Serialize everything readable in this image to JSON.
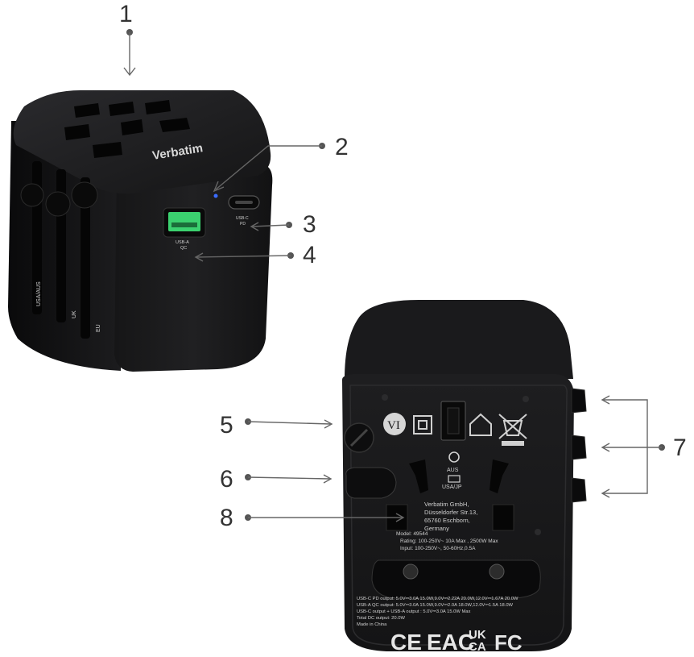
{
  "callouts": [
    {
      "id": "1",
      "label": "1"
    },
    {
      "id": "2",
      "label": "2"
    },
    {
      "id": "3",
      "label": "3"
    },
    {
      "id": "4",
      "label": "4"
    },
    {
      "id": "5",
      "label": "5"
    },
    {
      "id": "6",
      "label": "6"
    },
    {
      "id": "7",
      "label": "7"
    },
    {
      "id": "8",
      "label": "8"
    }
  ],
  "front_device": {
    "brand": "Verbatim",
    "usb_a_label": "USB-A",
    "usb_a_sub": "QC",
    "usb_c_label": "USB-C",
    "usb_c_sub": "PD",
    "side_label_usa_aus": "USA/AUS",
    "side_label_uk": "UK",
    "side_label_eu": "EU"
  },
  "back_device": {
    "vi_mark": "VI",
    "aus_label": "AUS",
    "usa_jp_label": "USA/JP",
    "manufacturer": [
      "Verbatim GmbH,",
      "Düsseldorfer Str.13,",
      "65760 Eschborn,",
      "Germany"
    ],
    "model": "Model: 49544",
    "rating": "Rating: 100-250V~ 10A Max , 2500W Max",
    "input": "Input: 100-250V~, 50-60Hz,0.5A",
    "usb_c_pd_line": "USB-C PD  output: 5.0V⎓3.0A 15.0W,9.0V⎓2.22A 20.0W,12.0V⎓1.67A 20.0W",
    "usb_a_qc_line": "USB-A QC  output: 5.0V⎓3.0A 15.0W,9.0V⎓2.0A 18.0W,12.0V⎓1.5A 18.0W",
    "combined_line": "USB-C output + USB-A  output : 5.0V⎓3.0A 15.0W Max",
    "total_line": "Total DC  output: 20.0W",
    "made_in": "Made in China",
    "cert_ce": "CE",
    "cert_eac": "EAC",
    "cert_uk": "UK",
    "cert_ca": "CA",
    "cert_fc": "FC"
  },
  "colors": {
    "body": "#1b1b1d",
    "body_shade": "#0c0c0d",
    "accent_green": "#3bd16f",
    "led_blue": "#3b6cff",
    "leader": "#666666"
  }
}
